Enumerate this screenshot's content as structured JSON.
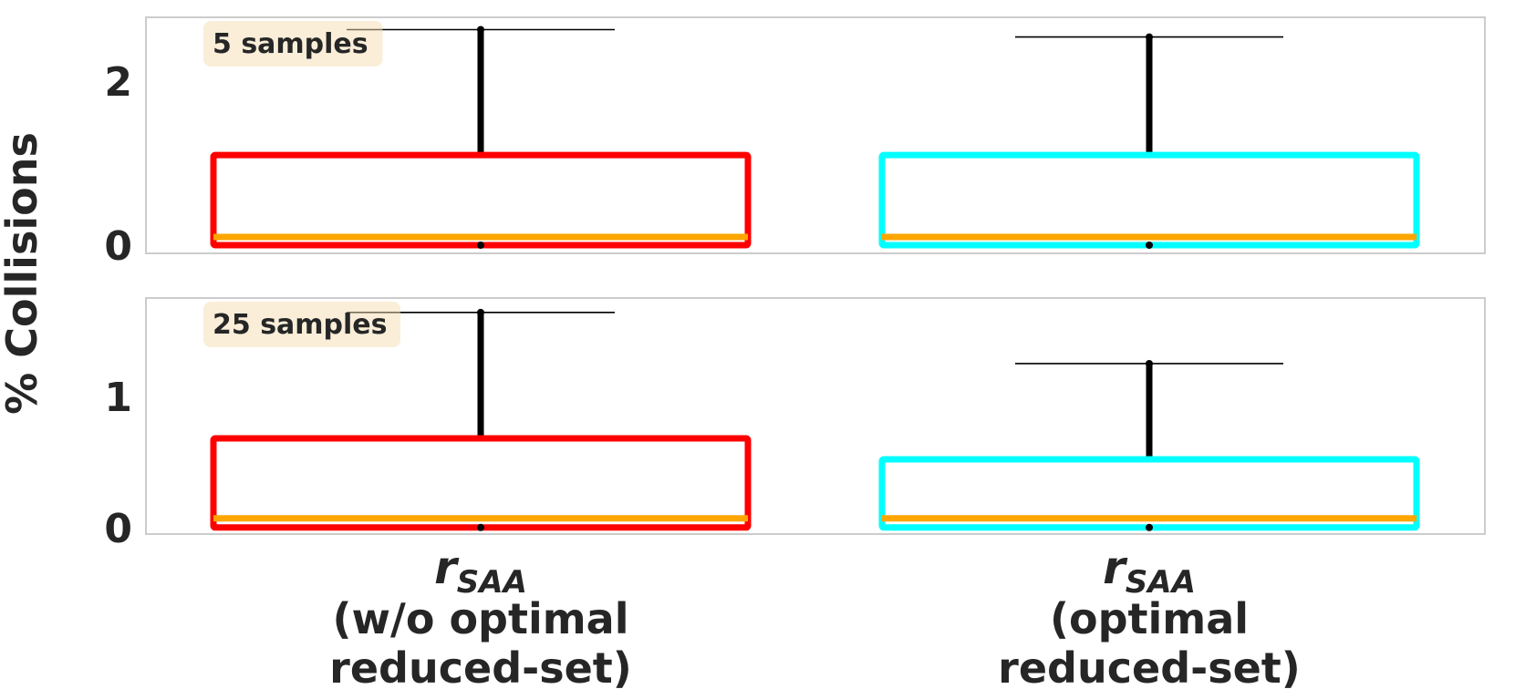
{
  "chart_data": {
    "type": "box",
    "y_axis_label": "% Collisions",
    "categories": [
      {
        "symbol": "r",
        "subscript": "SAA",
        "line2": "(w/o optimal",
        "line3": "reduced-set)",
        "color": "#ff0000"
      },
      {
        "symbol": "r",
        "subscript": "SAA",
        "line2": "(optimal",
        "line3": "reduced-set)",
        "color": "#00ffff"
      }
    ],
    "median_color": "#ffa500",
    "whisker_color": "#000000",
    "panels": [
      {
        "annotation": "5 samples",
        "ylim": [
          -0.1,
          2.78
        ],
        "yticks": [
          0,
          2
        ],
        "ytick_labels": [
          "0",
          "2"
        ],
        "grid": false,
        "boxes": [
          {
            "whislo": 0.0,
            "q1": 0.0,
            "median": 0.1,
            "q3": 1.1,
            "whishi": 2.63
          },
          {
            "whislo": 0.0,
            "q1": 0.0,
            "median": 0.1,
            "q3": 1.1,
            "whishi": 2.54
          }
        ]
      },
      {
        "annotation": "25 samples",
        "ylim": [
          -0.05,
          1.75
        ],
        "yticks": [
          0,
          1
        ],
        "ytick_labels": [
          "0",
          "1"
        ],
        "grid": false,
        "boxes": [
          {
            "whislo": 0.0,
            "q1": 0.0,
            "median": 0.07,
            "q3": 0.68,
            "whishi": 1.64
          },
          {
            "whislo": 0.0,
            "q1": 0.0,
            "median": 0.07,
            "q3": 0.52,
            "whishi": 1.25
          }
        ]
      }
    ]
  }
}
